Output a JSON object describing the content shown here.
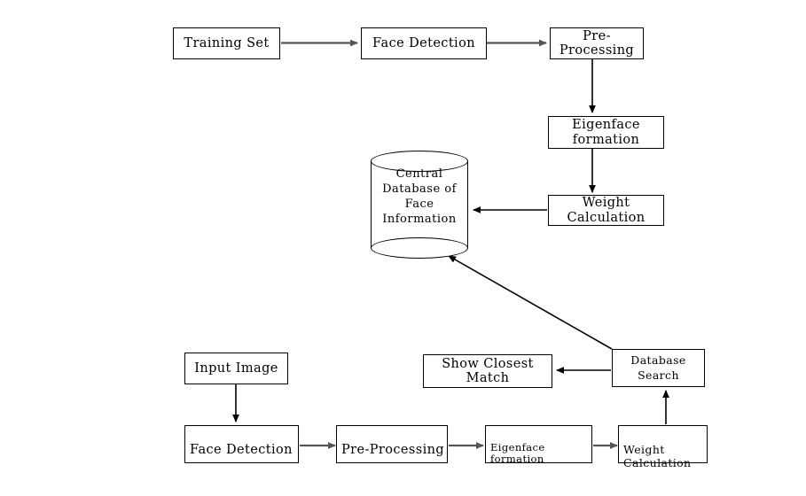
{
  "diagram": {
    "title": "Face recognition system flowchart",
    "background_color": "#ffffff",
    "stroke_color": "#000000",
    "arrow_gray": "#555555",
    "nodes": {
      "training_set": "Training Set",
      "face_detection_top": "Face Detection",
      "pre_processing_top": "Pre-Processing",
      "eigenface_formation_top": "Eigenface formation",
      "weight_calculation_top": "Weight Calculation",
      "central_database": "Central\nDatabase of\nFace\nInformation",
      "input_image": "Input Image",
      "face_detection_bottom": "Face Detection",
      "pre_processing_bottom": "Pre-Processing",
      "eigenface_formation_bottom": "Eigenface formation",
      "weight_calculation_bottom": "Weight\nCalculation",
      "database_search": "Database\nSearch",
      "show_closest_match": "Show Closest Match"
    },
    "edges": [
      {
        "from": "training_set",
        "to": "face_detection_top",
        "direction": "right"
      },
      {
        "from": "face_detection_top",
        "to": "pre_processing_top",
        "direction": "right"
      },
      {
        "from": "pre_processing_top",
        "to": "eigenface_formation_top",
        "direction": "down"
      },
      {
        "from": "eigenface_formation_top",
        "to": "weight_calculation_top",
        "direction": "down"
      },
      {
        "from": "weight_calculation_top",
        "to": "central_database",
        "direction": "left"
      },
      {
        "from": "database_search",
        "to": "central_database",
        "direction": "diagonal-up-left"
      },
      {
        "from": "input_image",
        "to": "face_detection_bottom",
        "direction": "down"
      },
      {
        "from": "face_detection_bottom",
        "to": "pre_processing_bottom",
        "direction": "right"
      },
      {
        "from": "pre_processing_bottom",
        "to": "eigenface_formation_bottom",
        "direction": "right"
      },
      {
        "from": "eigenface_formation_bottom",
        "to": "weight_calculation_bottom",
        "direction": "right"
      },
      {
        "from": "weight_calculation_bottom",
        "to": "database_search",
        "direction": "up"
      },
      {
        "from": "database_search",
        "to": "show_closest_match",
        "direction": "left"
      }
    ]
  }
}
